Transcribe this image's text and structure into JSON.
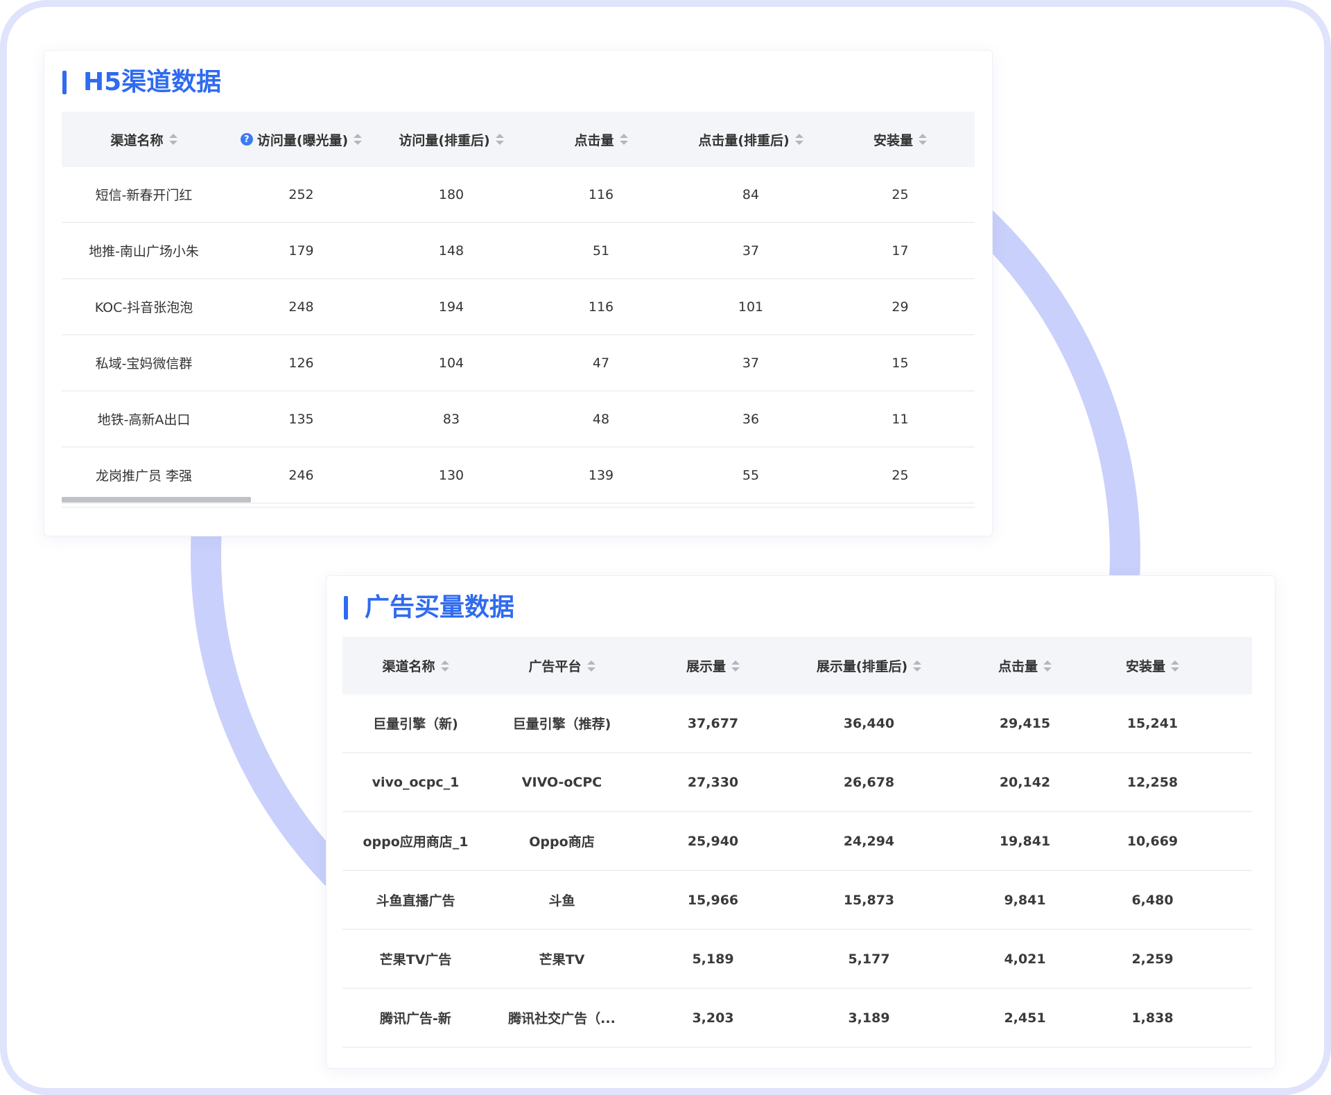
{
  "h5": {
    "title": "H5渠道数据",
    "headers": [
      "渠道名称",
      "访问量(曝光量)",
      "访问量(排重后)",
      "点击量",
      "点击量(排重后)",
      "安装量"
    ],
    "rows": [
      [
        "短信-新春开门红",
        "252",
        "180",
        "116",
        "84",
        "25"
      ],
      [
        "地推-南山广场小朱",
        "179",
        "148",
        "51",
        "37",
        "17"
      ],
      [
        "KOC-抖音张泡泡",
        "248",
        "194",
        "116",
        "101",
        "29"
      ],
      [
        "私域-宝妈微信群",
        "126",
        "104",
        "47",
        "37",
        "15"
      ],
      [
        "地铁-高新A出口",
        "135",
        "83",
        "48",
        "36",
        "11"
      ],
      [
        "龙岗推广员 李强",
        "246",
        "130",
        "139",
        "55",
        "25"
      ]
    ]
  },
  "ads": {
    "title": "广告买量数据",
    "headers": [
      "渠道名称",
      "广告平台",
      "展示量",
      "展示量(排重后)",
      "点击量",
      "安装量"
    ],
    "rows": [
      [
        "巨量引擎（新)",
        "巨量引擎（推荐)",
        "37,677",
        "36,440",
        "29,415",
        "15,241"
      ],
      [
        "vivo_ocpc_1",
        "VIVO-oCPC",
        "27,330",
        "26,678",
        "20,142",
        "12,258"
      ],
      [
        "oppo应用商店_1",
        "Oppo商店",
        "25,940",
        "24,294",
        "19,841",
        "10,669"
      ],
      [
        "斗鱼直播广告",
        "斗鱼",
        "15,966",
        "15,873",
        "9,841",
        "6,480"
      ],
      [
        "芒果TV广告",
        "芒果TV",
        "5,189",
        "5,177",
        "4,021",
        "2,259"
      ],
      [
        "腾讯广告-新",
        "腾讯社交广告（...",
        "3,203",
        "3,189",
        "2,451",
        "1,838"
      ]
    ]
  },
  "icons": {
    "sort": "sort-icon",
    "help": "help-icon",
    "help_glyph": "?"
  },
  "colors": {
    "accent": "#2f6bf0",
    "ring": "#c9d0fb",
    "frame": "#dfe3fb",
    "header_bg": "#f4f5f8"
  }
}
